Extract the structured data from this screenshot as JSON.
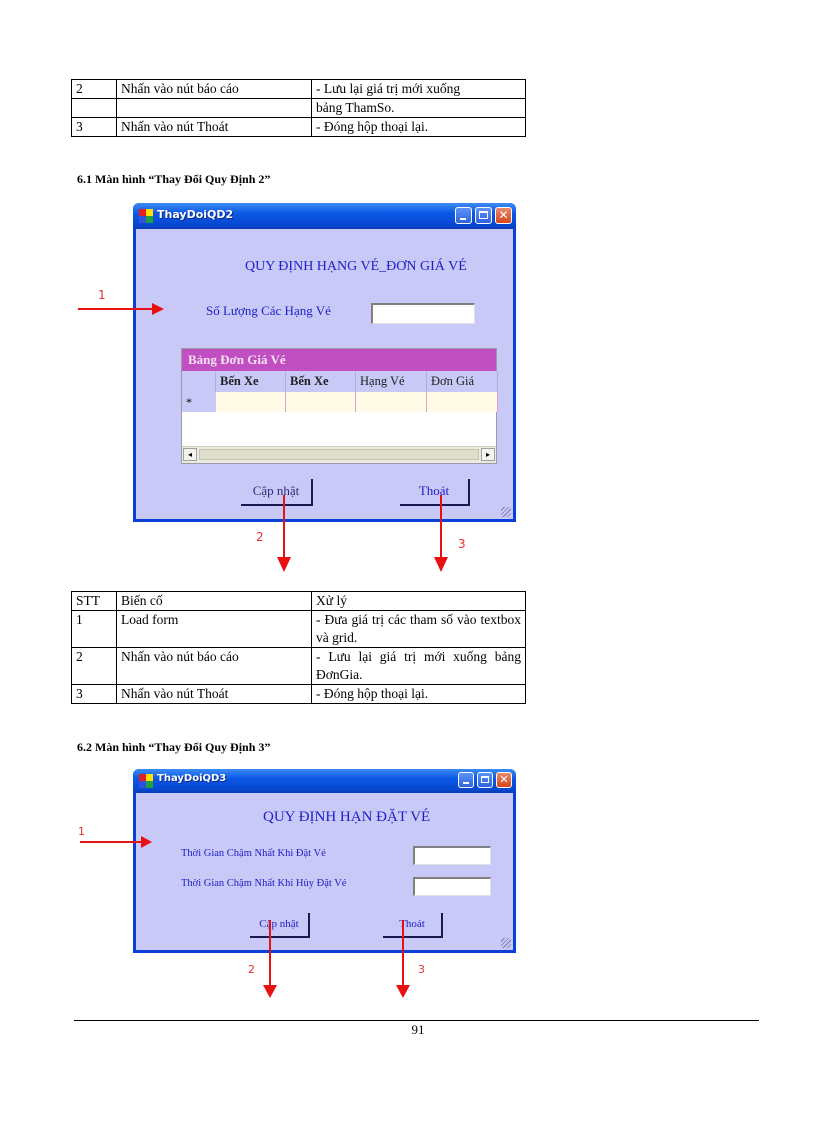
{
  "table_top": {
    "rows": [
      {
        "stt": "2",
        "event": "Nhấn vào nút báo cáo",
        "action": "- Lưu lại giá trị mới xuống"
      },
      {
        "stt": "",
        "event": "",
        "action": "bảng ThamSo."
      },
      {
        "stt": "3",
        "event": "Nhấn vào nút Thoát",
        "action": "- Đóng hộp thoại lại."
      }
    ]
  },
  "section_61": {
    "heading": "6.1 Màn hình “Thay Đổi Quy Định 2”",
    "window": {
      "title": "ThayDoiQD2",
      "form_title": "QUY ĐỊNH HẠNG VÉ_ĐƠN GIÁ VÉ",
      "field_label": "Số Lượng Các Hạng Vé",
      "field_value": "",
      "grid": {
        "caption": "Bảng Đơn Giá Vé",
        "columns": [
          "Bến Xe",
          "Bến Xe",
          "Hạng Vé",
          "Đơn Giá"
        ],
        "new_row_marker": "*",
        "scroll_left": "◂",
        "scroll_right": "▸"
      },
      "buttons": {
        "update": "Cập nhật",
        "exit": "Thoát"
      }
    },
    "callouts": [
      "1",
      "2",
      "3"
    ]
  },
  "table_61": {
    "header": {
      "stt": "STT",
      "event": "Biến cố",
      "action": "Xử lý"
    },
    "rows": [
      {
        "stt": "1",
        "event": "Load form",
        "action": "- Đưa giá trị các tham số vào textbox và grid."
      },
      {
        "stt": "2",
        "event": "Nhấn vào nút báo cáo",
        "action": "- Lưu lại giá trị mới xuống bảng ĐơnGia."
      },
      {
        "stt": "3",
        "event": "Nhấn vào nút Thoát",
        "action": "- Đóng hộp thoại lại."
      }
    ]
  },
  "section_62": {
    "heading": "6.2 Màn hình “Thay Đổi Quy Định 3”",
    "window": {
      "title": "ThayDoiQD3",
      "form_title": "QUY ĐỊNH HẠN ĐẶT VÉ",
      "fields": [
        {
          "label": "Thời Gian Chậm Nhất Khi Đặt Vé",
          "value": ""
        },
        {
          "label": "Thời Gian Chậm Nhất Khi Hủy Đặt Vé",
          "value": ""
        }
      ],
      "buttons": {
        "update": "Cập nhật",
        "exit": "Thoát"
      }
    },
    "callouts": [
      "1",
      "2",
      "3"
    ]
  },
  "footer": {
    "page_number": "91"
  },
  "colors": {
    "window_client": "#c9c9f7",
    "titlebar": "#0b57e6",
    "grid_caption": "#c14fc1",
    "callout_red": "#e81010",
    "form_text": "#2020c8"
  }
}
